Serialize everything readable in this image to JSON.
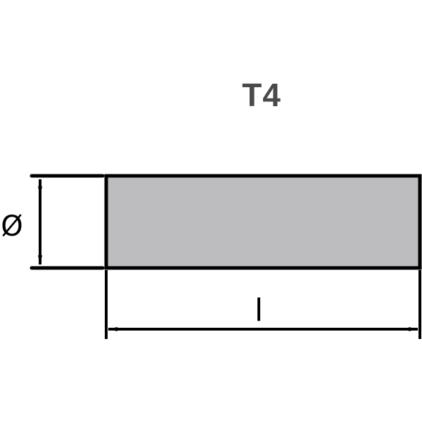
{
  "diagram": {
    "title": "T4",
    "labels": {
      "diameter": "Ø",
      "length": "l"
    },
    "colors": {
      "fill": "#bdbdbf",
      "stroke": "#000000",
      "title": "#4a4a4c"
    }
  }
}
